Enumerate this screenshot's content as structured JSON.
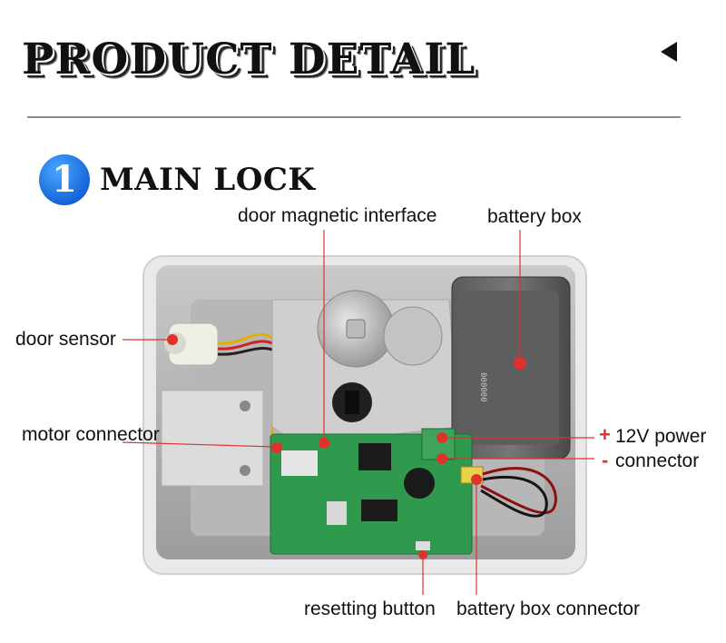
{
  "header": {
    "title": "PRODUCT DETAIL"
  },
  "section": {
    "number": "1",
    "title": "MAIN LOCK"
  },
  "labels": {
    "door_magnetic_interface": "door magnetic interface",
    "battery_box": "battery box",
    "door_sensor": "door sensor",
    "motor_connector": "motor connector",
    "power_plus": "+",
    "power_12v": "12V power",
    "power_minus": "-",
    "connector": "connector",
    "resetting_button": "resetting button",
    "battery_box_connector": "battery box connector"
  },
  "colors": {
    "callout": "#e0312c",
    "badge": "#1a6fe0",
    "pcb": "#2f9a4e"
  }
}
